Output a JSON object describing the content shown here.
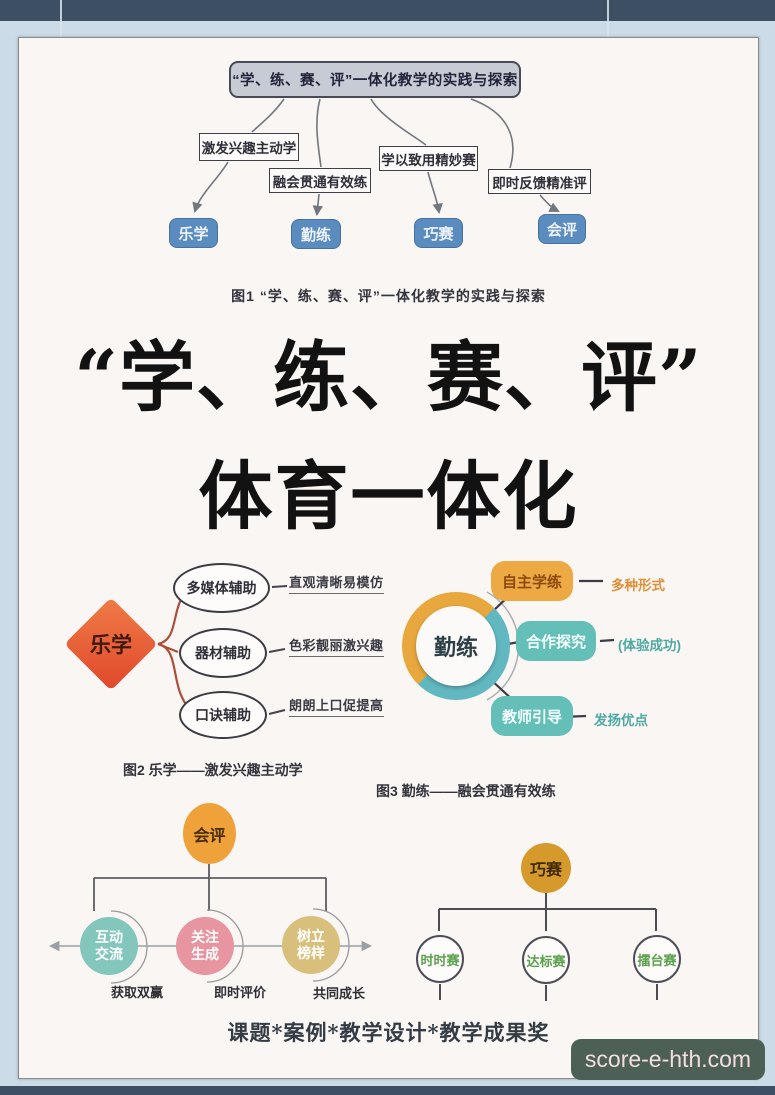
{
  "frame": {
    "watermark": "score-e-hth.com",
    "footer_text": "课题*案例*教学设计*教学成果奖"
  },
  "big_title": {
    "line1": "“学、练、赛、评”",
    "line2": "体育一体化"
  },
  "fig1": {
    "root": "“学、练、赛、评”一体化教学的实践与探索",
    "branch_labels": [
      "激发兴趣主动学",
      "融会贯通有效练",
      "学以致用精妙赛",
      "即时反馈精准评"
    ],
    "nodes": [
      "乐学",
      "勤练",
      "巧赛",
      "会评"
    ],
    "caption": "图1 “学、练、赛、评”一体化教学的实践与探索"
  },
  "fig2": {
    "root": "乐学",
    "branches": [
      {
        "node": "多媒体辅助",
        "label": "直观清晰易模仿"
      },
      {
        "node": "器材辅助",
        "label": "色彩靓丽激兴趣"
      },
      {
        "node": "口诀辅助",
        "label": "朗朗上口促提高"
      }
    ],
    "caption": "图2 乐学——激发兴趣主动学"
  },
  "fig3": {
    "root": "勤练",
    "branches": [
      {
        "node": "自主学练",
        "label": "多种形式"
      },
      {
        "node": "合作探究",
        "label": "(体验成功)"
      },
      {
        "node": "教师引导",
        "label": "发扬优点"
      }
    ],
    "caption": "图3 勤练——融会贯通有效练"
  },
  "fig4": {
    "root": "会评",
    "branches": [
      {
        "node": "互动交流",
        "label": "获取双赢"
      },
      {
        "node": "关注生成",
        "label": "即时评价"
      },
      {
        "node": "树立榜样",
        "label": "共同成长"
      }
    ]
  },
  "fig5": {
    "root": "巧赛",
    "nodes": [
      "时时赛",
      "达标赛",
      "擂台赛"
    ]
  },
  "colors": {
    "frame_bar": "#3c4f63",
    "page_bg": "#f9f6f4",
    "fig1_node_blue": "#5a8cbf",
    "fig2_diamond_orange": "#e85c30",
    "fig3_orange": "#eca944",
    "fig3_teal": "#63bfb8",
    "fig4_root_orange": "#f0a23a",
    "fig4_teal": "#82c6bc",
    "fig4_pink": "#e795a0",
    "fig4_tan": "#d8c07c",
    "fig5_gold": "#d6992c",
    "fig5_text_green": "#5ba04e",
    "watermark_bg": "#4c6056"
  }
}
